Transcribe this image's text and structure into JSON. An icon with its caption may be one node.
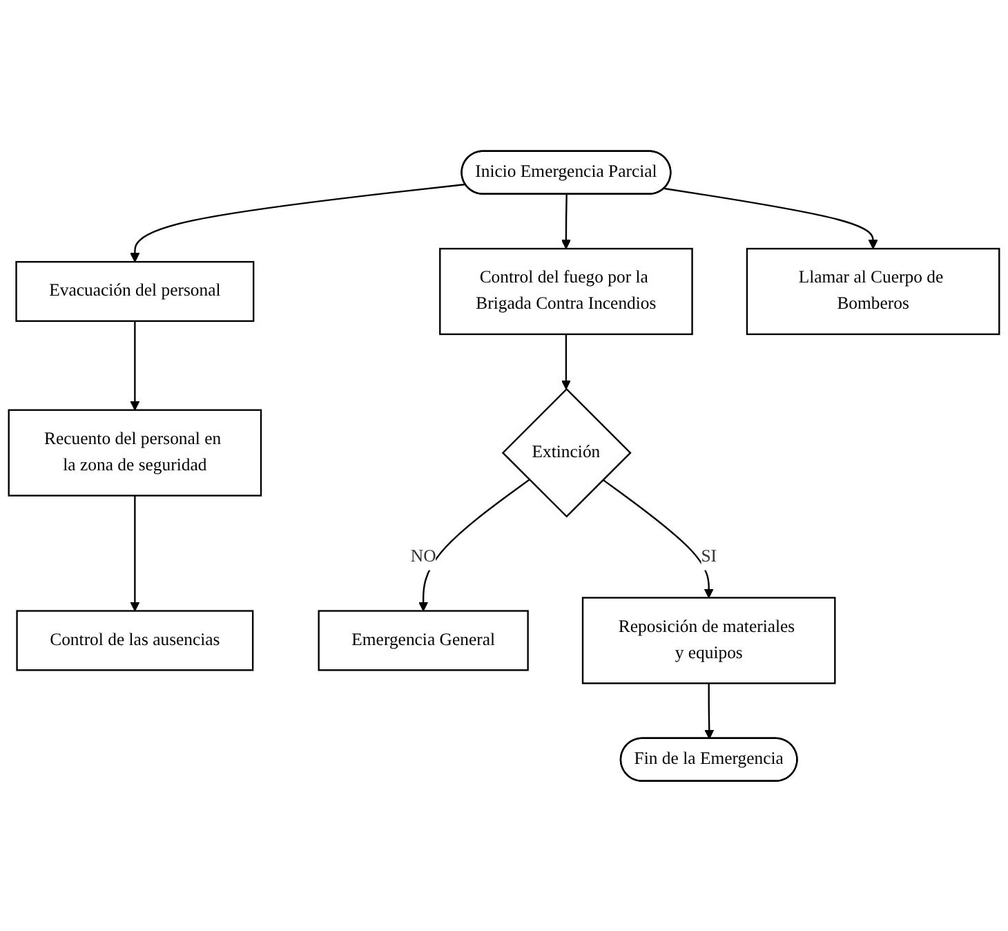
{
  "diagram": {
    "nodes": [
      {
        "text": [
          "Inicio Emergencia Parcial"
        ]
      },
      {
        "text": [
          "Evacuación del personal"
        ]
      },
      {
        "text": [
          "Control del fuego por la Brigada Contra Incendios"
        ]
      },
      {
        "text": [
          "Llamar al Cuerpo de Bomberos"
        ]
      },
      {
        "text": [
          "Recuento del personal en la zona de seguridad"
        ]
      },
      {
        "text": [
          "Extinción"
        ]
      },
      {
        "text": [
          "Emergencia General"
        ]
      },
      {
        "text": [
          "Control de las ausencias"
        ]
      },
      {
        "text": [
          "Reposición de materiales y equipos"
        ]
      },
      {
        "text": [
          "Fin de la Emergencia"
        ]
      }
    ],
    "edges": [
      {
        "from": 0,
        "to": 1,
        "arrow": "to"
      },
      {
        "from": 0,
        "to": 2,
        "arrow": "to"
      },
      {
        "from": 0,
        "to": 3,
        "arrow": "to"
      },
      {
        "from": 1,
        "to": 4,
        "arrow": "to"
      },
      {
        "from": 2,
        "to": 5,
        "arrow": "to"
      },
      {
        "from": 5,
        "to": 6,
        "label": "NO",
        "arrow": "to"
      },
      {
        "from": 4,
        "to": 7,
        "arrow": "to"
      },
      {
        "from": 5,
        "to": 8,
        "label": "SI",
        "arrow": "to"
      },
      {
        "from": 8,
        "to": 9,
        "arrow": "to"
      }
    ]
  }
}
